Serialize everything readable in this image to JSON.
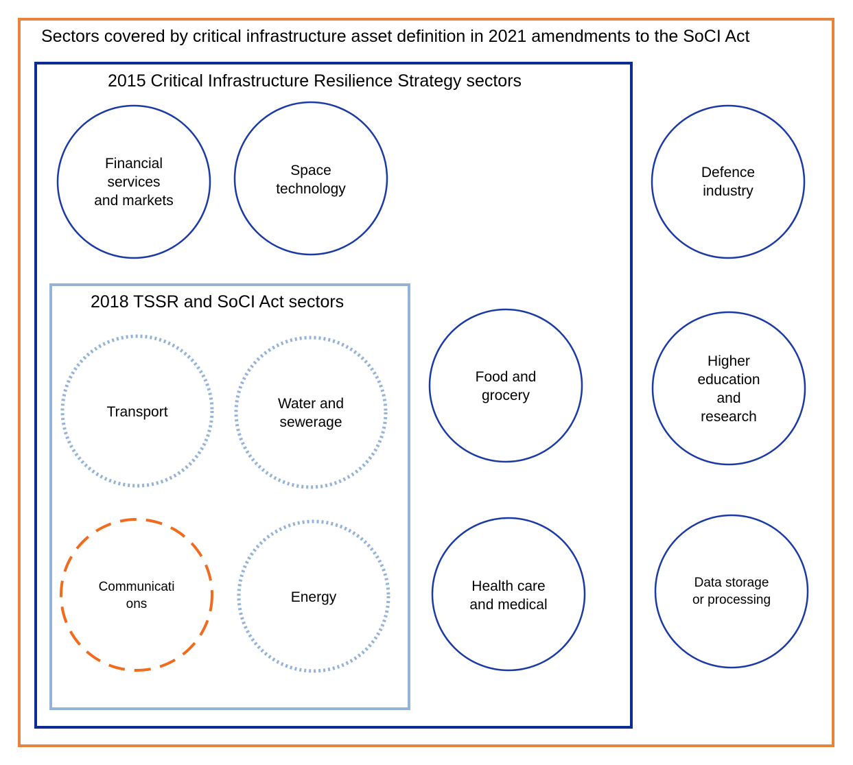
{
  "diagram": {
    "outer_title": "Sectors covered by critical infrastructure asset definition in 2021 amendments to the SoCI Act",
    "mid_title": "2015 Critical Infrastructure Resilience Strategy sectors",
    "inner_title": "2018 TSSR and SoCI Act sectors",
    "colors": {
      "outer_border": "#E8843A",
      "mid_border": "#0E2D91",
      "inner_border": "#93B3D9",
      "solid_circle": "#1B3AA6",
      "dotted_circle": "#93B3D9",
      "dashed_circle": "#F26B1D"
    },
    "sectors": {
      "financial": "Financial\nservices\nand markets",
      "space": "Space\ntechnology",
      "defence": "Defence\nindustry",
      "transport": "Transport",
      "water": "Water and\nsewerage",
      "food": "Food and\ngrocery",
      "higher_ed": "Higher\neducation\nand\nresearch",
      "communications": "Communicati\nons",
      "energy": "Energy",
      "health": "Health care\nand medical",
      "data": "Data storage\nor processing"
    }
  }
}
